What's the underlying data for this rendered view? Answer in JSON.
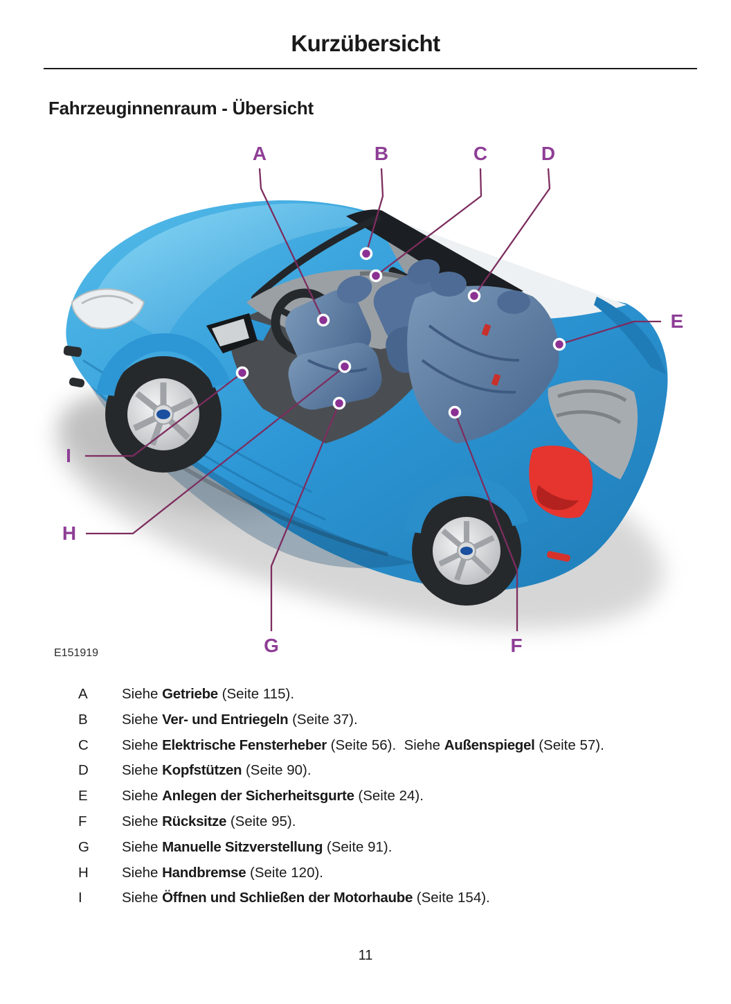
{
  "page": {
    "title": "Kurzübersicht",
    "section_heading": "Fahrzeuginnenraum - Übersicht",
    "page_number": "11"
  },
  "figure": {
    "code": "E151919",
    "callouts": [
      {
        "label": "A"
      },
      {
        "label": "B"
      },
      {
        "label": "C"
      },
      {
        "label": "D"
      },
      {
        "label": "E"
      },
      {
        "label": "F"
      },
      {
        "label": "G"
      },
      {
        "label": "H"
      },
      {
        "label": "I"
      }
    ],
    "colors": {
      "accent_purple": "#8e3e96",
      "leader_line": "#7d2d5f",
      "body_blue": "#2d96d5",
      "seat_blue": "#5c7ea2",
      "taillight_red": "#e6342e"
    }
  },
  "legend": {
    "rows": [
      {
        "letter": "A",
        "r1": "Siehe ",
        "b1": "Getriebe",
        "r2": " (Seite 115)."
      },
      {
        "letter": "B",
        "r1": "Siehe ",
        "b1": "Ver- und Entriegeln",
        "r2": " (Seite 37)."
      },
      {
        "letter": "C",
        "r1": "Siehe ",
        "b1": "Elektrische Fensterheber",
        "r2": " (Seite 56).  Siehe ",
        "b2": "Außenspiegel",
        "r3": " (Seite 57)."
      },
      {
        "letter": "D",
        "r1": "Siehe ",
        "b1": "Kopfstützen",
        "r2": " (Seite 90)."
      },
      {
        "letter": "E",
        "r1": "Siehe ",
        "b1": "Anlegen der Sicherheitsgurte",
        "r2": " (Seite 24)."
      },
      {
        "letter": "F",
        "r1": "Siehe ",
        "b1": "Rücksitze",
        "r2": " (Seite 95)."
      },
      {
        "letter": "G",
        "r1": "Siehe ",
        "b1": "Manuelle Sitzverstellung",
        "r2": " (Seite 91)."
      },
      {
        "letter": "H",
        "r1": "Siehe ",
        "b1": "Handbremse",
        "r2": " (Seite 120)."
      },
      {
        "letter": "I",
        "r1": "Siehe ",
        "b1": "Öffnen und Schließen der Motorhaube",
        "r2": " (Seite 154)."
      }
    ]
  }
}
